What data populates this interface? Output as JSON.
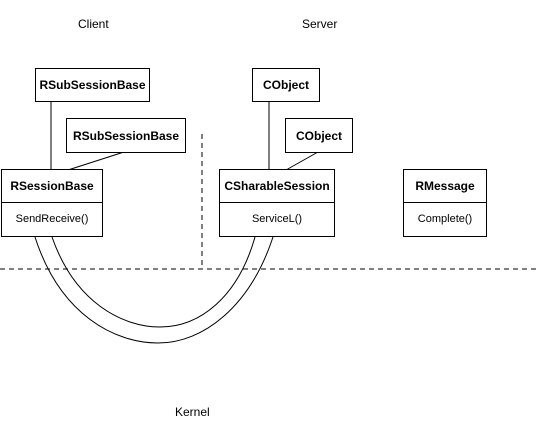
{
  "regions": {
    "client": "Client",
    "server": "Server",
    "kernel": "Kernel"
  },
  "classes": {
    "rsubsessionbase_top": "RSubSessionBase",
    "rsubsessionbase_inner": "RSubSessionBase",
    "rsessionbase": {
      "name": "RSessionBase",
      "operation": "SendReceive()"
    },
    "cobject_top": "CObject",
    "cobject_inner": "CObject",
    "csharablesession": {
      "name": "CSharableSession",
      "operation": "ServiceL()"
    },
    "rmessage": {
      "name": "RMessage",
      "operation": "Complete()"
    }
  }
}
